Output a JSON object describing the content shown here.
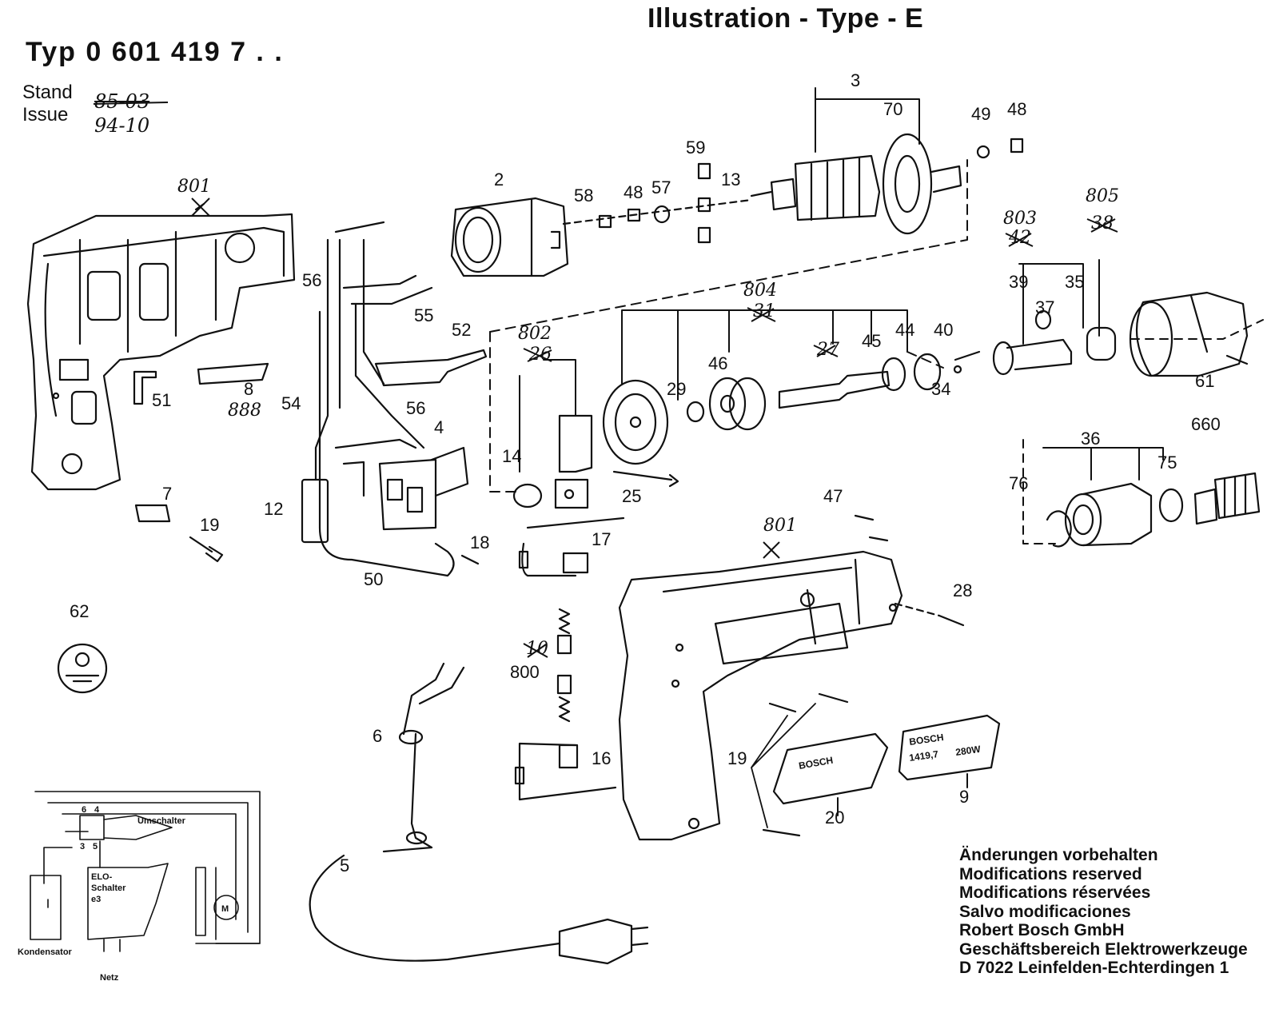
{
  "header": {
    "title": "Illustration - Type - E",
    "typ": "Typ 0 601 419 7 . ."
  },
  "stand": {
    "stand_label": "Stand",
    "issue_label": "Issue",
    "old_value": "85-03",
    "new_value": "94-10"
  },
  "parts": {
    "p801a": "801",
    "p801b": "801",
    "p2": "2",
    "p3": "3",
    "p4": "4",
    "p5": "5",
    "p6": "6",
    "p7": "7",
    "p8": "8",
    "p888": "888",
    "p9": "9",
    "p12": "12",
    "p13": "13",
    "p14": "14",
    "p16": "16",
    "p17": "17",
    "p18": "18",
    "p19a": "19",
    "p19b": "19",
    "p20": "20",
    "p25": "25",
    "p28": "28",
    "p29": "29",
    "p34": "34",
    "p35": "35",
    "p36": "36",
    "p37": "37",
    "p39": "39",
    "p40": "40",
    "p44": "44",
    "p45": "45",
    "p46": "46",
    "p47": "47",
    "p48a": "48",
    "p48b": "48",
    "p49": "49",
    "p50": "50",
    "p51": "51",
    "p52": "52",
    "p54": "54",
    "p55": "55",
    "p56a": "56",
    "p56b": "56",
    "p57": "57",
    "p58": "58",
    "p59": "59",
    "p61": "61",
    "p62": "62",
    "p70": "70",
    "p75": "75",
    "p76": "76",
    "p660": "660",
    "p800": "800",
    "p802": "802",
    "p803": "803",
    "p804": "804",
    "p805": "805",
    "x26": "26",
    "x42": "42",
    "x31": "31",
    "x38": "38",
    "x27": "27",
    "x10": "10"
  },
  "badges": {
    "bosch_left": "BOSCH",
    "bosch_right": "BOSCH",
    "model": "1419,7",
    "power": "280W"
  },
  "schematic": {
    "t6": "6",
    "t4": "4",
    "t3": "3",
    "t5": "5",
    "umschalter": "Umschalter",
    "elo": "ELO-",
    "schalter": "Schalter",
    "e3": "e3",
    "kondensator": "Kondensator",
    "netz": "Netz",
    "motor": "M"
  },
  "notes": {
    "line1": "Änderungen vorbehalten",
    "line2": "Modifications reserved",
    "line3": "Modifications réservées",
    "line4": "Salvo modificaciones",
    "line5": "Robert Bosch GmbH",
    "line6": "Geschäftsbereich Elektrowerkzeuge",
    "line7": "D 7022 Leinfelden-Echterdingen 1"
  }
}
